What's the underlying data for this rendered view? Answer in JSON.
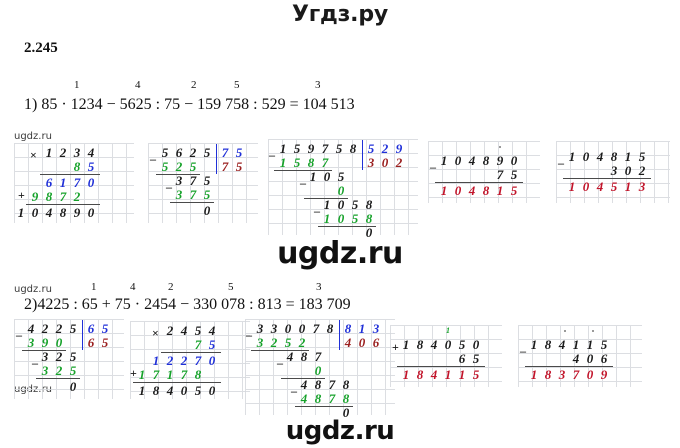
{
  "watermarks": {
    "top": "Угдз.ру",
    "middle": "ugdz.ru",
    "bottom": "ugdz.ru",
    "small": "ugdz.ru"
  },
  "exercise": {
    "number": "2.245"
  },
  "problem1": {
    "order_marks": [
      "1",
      "4",
      "2",
      "5",
      "3"
    ],
    "expression": "1) 85 · 1234 − 5625 : 75 − 159 758 : 529 = 104 513",
    "steps": [
      {
        "name": "multiply-1234-by-85",
        "operation": "×",
        "multiplicand": "1234",
        "multiplier": "85",
        "partials": [
          "6170",
          "9872"
        ],
        "result": "104890"
      },
      {
        "name": "divide-5625-by-75",
        "operation": ":",
        "dividend": "5625",
        "divisor": "75",
        "quotient": "75",
        "subtractions": [
          "525",
          "375"
        ],
        "brings": [
          "375"
        ],
        "remainder": "0"
      },
      {
        "name": "divide-159758-by-529",
        "operation": ":",
        "dividend": "159758",
        "divisor": "529",
        "quotient": "302",
        "subtractions": [
          "1587",
          "0",
          "1058"
        ],
        "brings": [
          "105",
          "1058"
        ],
        "remainder": "0"
      },
      {
        "name": "subtract-75-from-104890",
        "operation": "−",
        "minuend": "104890",
        "subtrahend": "75",
        "result": "104815"
      },
      {
        "name": "subtract-302-from-104815",
        "operation": "−",
        "minuend": "104815",
        "subtrahend": "302",
        "result": "104513"
      }
    ]
  },
  "problem2": {
    "order_marks": [
      "1",
      "4",
      "2",
      "5",
      "3"
    ],
    "expression": "2)4225 : 65 + 75 · 2454 − 330 078 : 813 = 183 709",
    "steps": [
      {
        "name": "divide-4225-by-65",
        "operation": ":",
        "dividend": "4225",
        "divisor": "65",
        "quotient": "65",
        "subtractions": [
          "390",
          "325"
        ],
        "brings": [
          "325"
        ],
        "remainder": "0"
      },
      {
        "name": "multiply-2454-by-75",
        "operation": "×",
        "multiplicand": "2454",
        "multiplier": "75",
        "partials": [
          "12270",
          "17178"
        ],
        "result": "184050"
      },
      {
        "name": "divide-330078-by-813",
        "operation": ":",
        "dividend": "330078",
        "divisor": "813",
        "quotient": "406",
        "subtractions": [
          "3252",
          "0",
          "4878"
        ],
        "brings": [
          "487",
          "4878"
        ],
        "remainder": "0"
      },
      {
        "name": "add-65-to-184050",
        "operation": "+",
        "addend1": "184050",
        "addend2": "65",
        "result": "184115"
      },
      {
        "name": "subtract-406-from-184115",
        "operation": "−",
        "minuend": "184115",
        "subtrahend": "406",
        "result": "183709"
      }
    ]
  }
}
